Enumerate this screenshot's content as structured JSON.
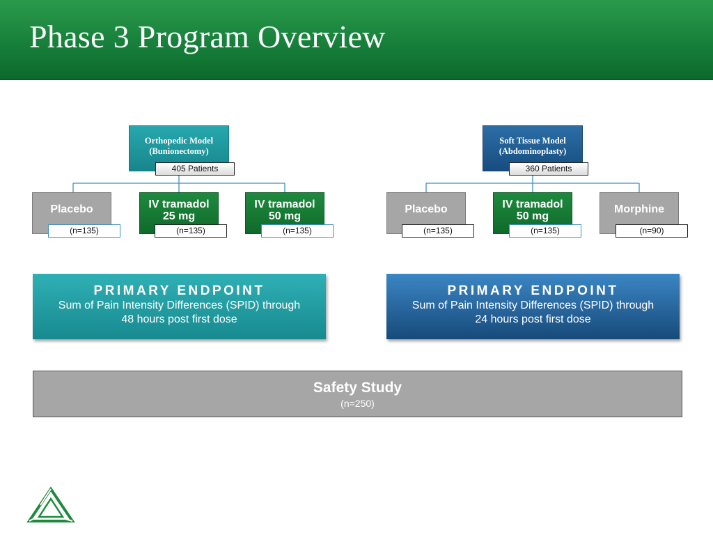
{
  "header": {
    "title": "Phase 3 Program Overview"
  },
  "left_study": {
    "model_line1": "Orthopedic Model",
    "model_line2": "(Bunionectomy)",
    "patients": "405 Patients",
    "arms": [
      {
        "name_line1": "Placebo",
        "name_line2": "",
        "n": "(n=135)"
      },
      {
        "name_line1": "IV tramadol",
        "name_line2": "25 mg",
        "n": "(n=135)"
      },
      {
        "name_line1": "IV tramadol",
        "name_line2": "50 mg",
        "n": "(n=135)"
      }
    ],
    "endpoint": {
      "title": "PRIMARY ENDPOINT",
      "line1": "Sum of Pain Intensity  Differences (SPID) through",
      "line2": "48 hours post first dose"
    }
  },
  "right_study": {
    "model_line1": "Soft Tissue Model",
    "model_line2": "(Abdominoplasty)",
    "patients": "360 Patients",
    "arms": [
      {
        "name_line1": "Placebo",
        "name_line2": "",
        "n": "(n=135)"
      },
      {
        "name_line1": "IV tramadol",
        "name_line2": "50 mg",
        "n": "(n=135)"
      },
      {
        "name_line1": "Morphine",
        "name_line2": "",
        "n": "(n=90)"
      }
    ],
    "endpoint": {
      "title": "PRIMARY ENDPOINT",
      "line1": "Sum of Pain Intensity  Differences (SPID) through",
      "line2": "24 hours post first dose"
    }
  },
  "safety": {
    "title": "Safety Study",
    "n": "(n=250)"
  },
  "colors": {
    "header_green": "#17803b",
    "teal": "#1f9aa0",
    "blue": "#1f5e94",
    "arm_gray": "#a6a6a6",
    "arm_green": "#157a35"
  },
  "logo": {
    "icon": "triangle-logo-icon"
  }
}
